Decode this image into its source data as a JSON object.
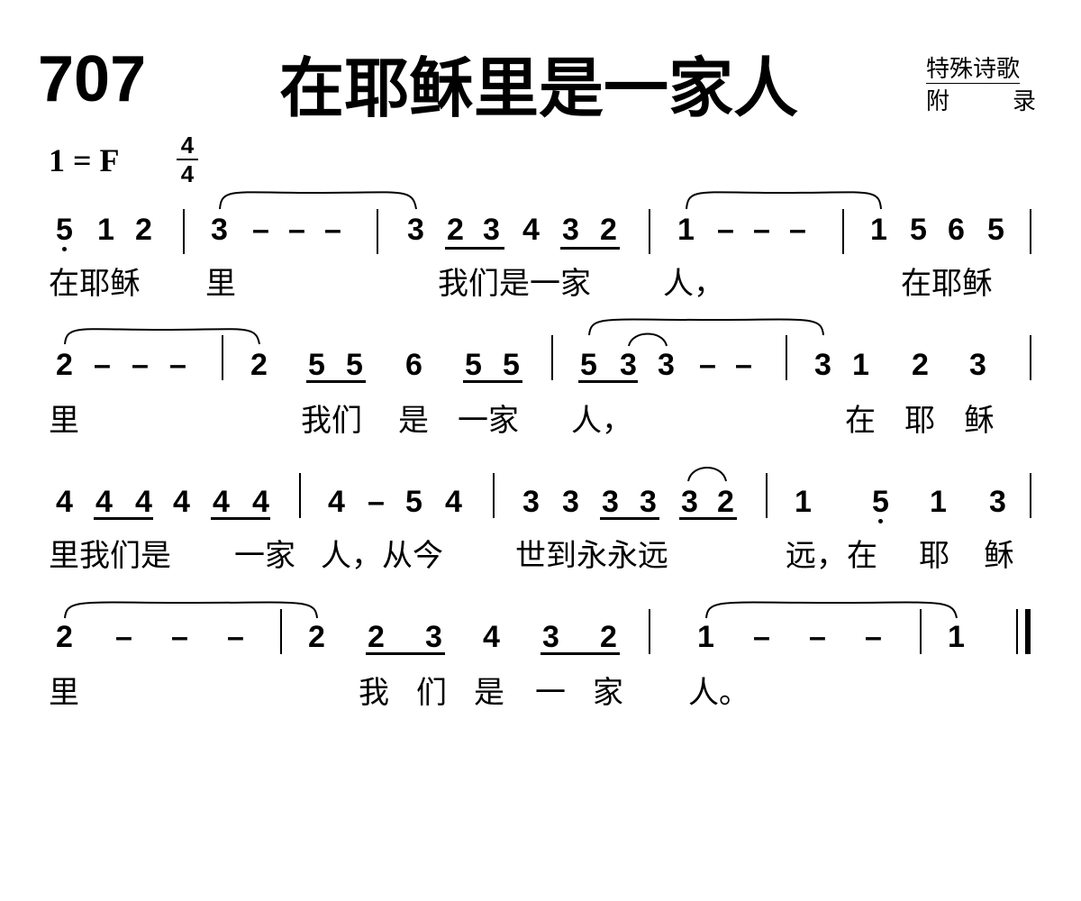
{
  "header": {
    "number": "707",
    "title": "在耶稣里是一家人",
    "category": "特殊诗歌",
    "appendix": [
      "附",
      "录"
    ]
  },
  "signature": {
    "key": "1 = F",
    "time_top": "4",
    "time_bottom": "4"
  },
  "score": {
    "rows": [
      {
        "notes": [
          "5",
          "1",
          "2",
          "3",
          "–",
          "–",
          "–",
          "3",
          "2",
          "3",
          "4",
          "3",
          "2",
          "1",
          "–",
          "–",
          "–",
          "1",
          "5",
          "6",
          "5"
        ],
        "lyrics": [
          "在耶稣",
          "里",
          "我们是一家",
          "人，",
          "在耶稣"
        ]
      },
      {
        "notes": [
          "2",
          "–",
          "–",
          "–",
          "2",
          "5",
          "5",
          "6",
          "5",
          "5",
          "5",
          "3",
          "3",
          "–",
          "–",
          "3",
          "1",
          "2",
          "3"
        ],
        "lyrics": [
          "里",
          "我们",
          "是",
          "一家",
          "人，",
          "在",
          "耶",
          "稣"
        ]
      },
      {
        "notes": [
          "4",
          "4",
          "4",
          "4",
          "4",
          "4",
          "4",
          "–",
          "5",
          "4",
          "3",
          "3",
          "3",
          "3",
          "3",
          "2",
          "1",
          "5",
          "1",
          "3"
        ],
        "lyrics": [
          "里我们是",
          "一家",
          "人，从今",
          "世到永永远",
          "远，在",
          "耶",
          "稣"
        ]
      },
      {
        "notes": [
          "2",
          "–",
          "–",
          "–",
          "2",
          "2",
          "3",
          "4",
          "3",
          "2",
          "1",
          "–",
          "–",
          "–",
          "1"
        ],
        "lyrics": [
          "里",
          "我",
          "们",
          "是",
          "一",
          "家",
          "人。"
        ]
      }
    ]
  }
}
